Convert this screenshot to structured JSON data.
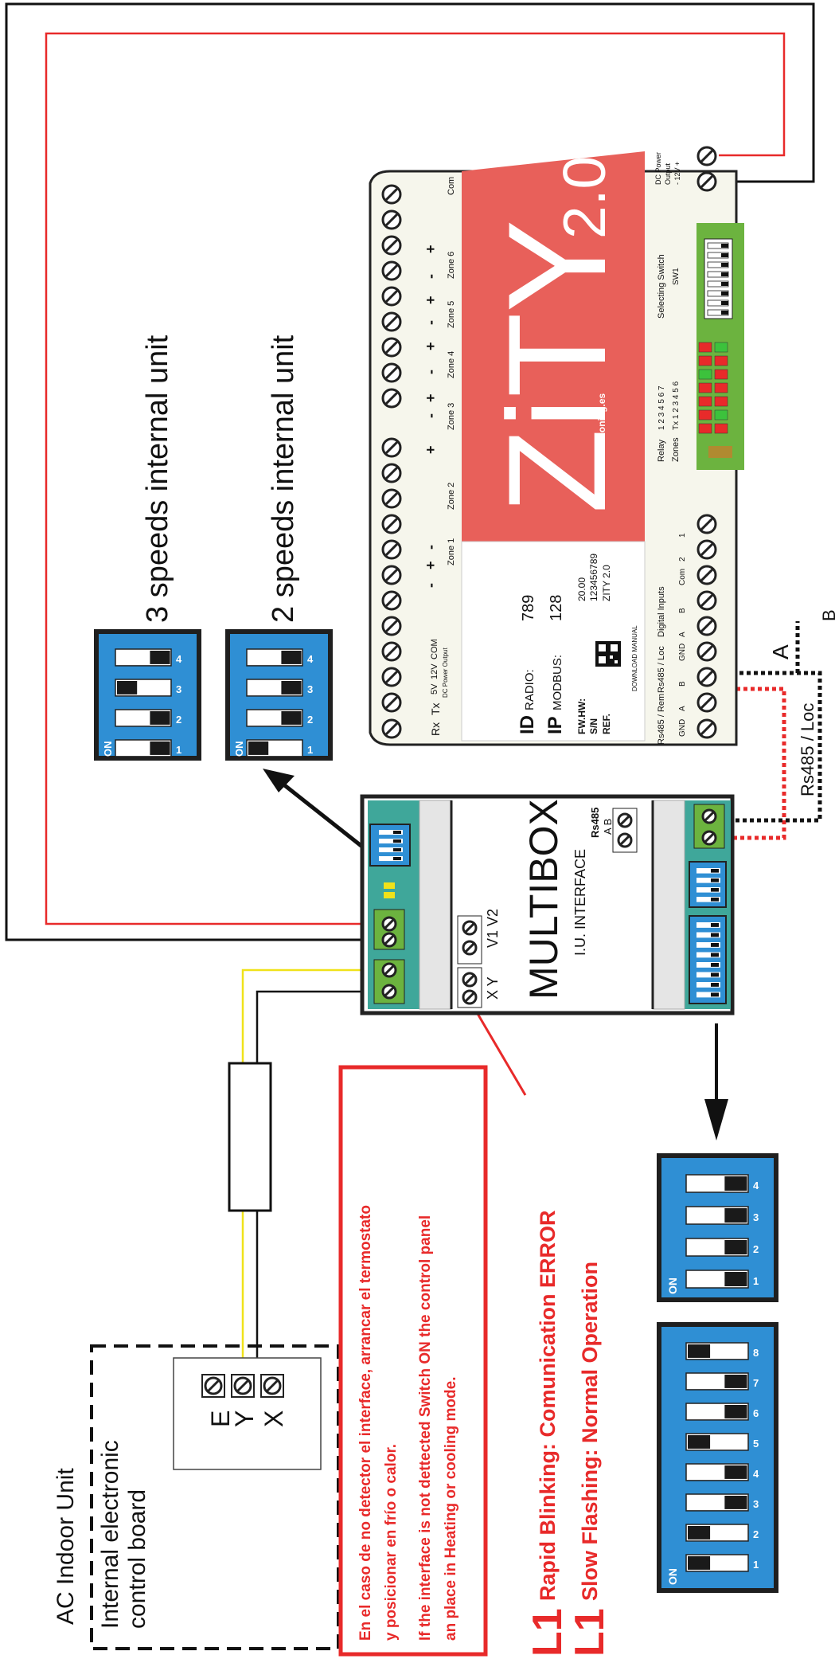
{
  "colors": {
    "red_wire": "#e82a2a",
    "black_wire": "#111111",
    "yellow_wire": "#f0e21a",
    "dip_blue": "#2f8fd4",
    "zity_red": "#e8605a",
    "terminal_green": "#6cb33f",
    "multibox_teal": "#3fa79a"
  },
  "labels": {
    "speeds3": "3 speeds internal unit",
    "speeds2": "2 speeds internal unit",
    "ac_indoor_unit": "AC Indoor Unit",
    "control_board_line1": "Internal electronic",
    "control_board_line2": "control board",
    "terminal_e": "E",
    "terminal_y": "Y",
    "terminal_x": "X",
    "led_l1_a": "L1",
    "led_l1_b": "L1",
    "rapid_blinking": "Rapid Blinking: Comunication ERROR",
    "slow_flashing": "Slow Flashing:  Normal Operation",
    "note_es_line1": "En el caso de no detector el interface, arrancar el termostato",
    "note_es_line2": "y posicionar en frío o calor.",
    "note_en_line1": "If the interface is not dettected Switch ON the control panel",
    "note_en_line2": "an place in Heating or cooling mode.",
    "wire_a": "A",
    "wire_b": "B",
    "rs485_loc": "Rs485 / Loc"
  },
  "multibox": {
    "title": "MULTIBOX",
    "subtitle": "I.U. INTERFACE",
    "rs485": "Rs485",
    "ab": "A B",
    "xy": "X Y",
    "v1v2": "V1 V2"
  },
  "dip": {
    "on": "ON",
    "nums4": [
      "1",
      "2",
      "3",
      "4"
    ],
    "nums8": [
      "1",
      "2",
      "3",
      "4",
      "5",
      "6",
      "7",
      "8"
    ]
  },
  "zity": {
    "logo_main": "ZiTY",
    "logo_version": "2.0",
    "website": "www.zoning.es",
    "id_label": "ID",
    "radio_label": "RADIO:",
    "radio_value": "789",
    "ip_label": "IP",
    "modbus_label": "MODBUS:",
    "modbus_value": "128",
    "fwhw_label": "FW.HW:",
    "fwhw_value": "20.00",
    "sn_label": "S/N",
    "sn_value": "123456789",
    "ref_label": "REF.",
    "ref_value": "ZITY 2.0",
    "download_manual": "DOWNLOAD MANUAL",
    "top_labels": [
      "Rx",
      "Tx",
      "5V",
      "12V",
      "COM"
    ],
    "dc_power_output": "DC Power Output",
    "zone_labels": [
      "Zone 1",
      "Zone 2",
      "Zone 3",
      "Zone 4",
      "Zone 5",
      "Zone 6"
    ],
    "com_label": "Com",
    "bottom_groups": [
      "Rs485 / Rem",
      "Rs485 / Loc",
      "Digital Inputs"
    ],
    "bottom_pins_rem": [
      "GND",
      "A",
      "B"
    ],
    "bottom_pins_loc": [
      "GND",
      "A",
      "B"
    ],
    "bottom_pins_di": [
      "Com",
      "2",
      "1"
    ],
    "relay": "Relay",
    "zones": "Zones",
    "relay_nums": "1 2 3 4 5 6 7",
    "zone_nums": "Tx 1 2 3 4 5 6",
    "selecting_switch": "Selecting Switch",
    "sw1": "SW1",
    "dc_power": "DC Power",
    "output": "Output",
    "volt": "- 12V +"
  }
}
